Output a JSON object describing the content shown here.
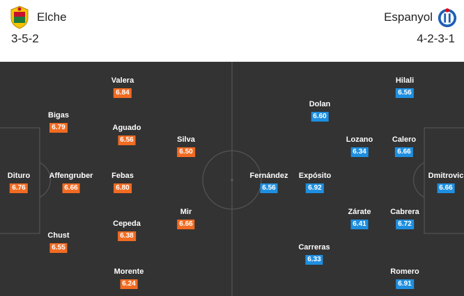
{
  "home": {
    "name": "Elche",
    "formation": "3-5-2",
    "crest_colors": [
      "#c8102e",
      "#1d7a3a",
      "#f5c400"
    ],
    "rating_color": "#f26b22",
    "players": [
      {
        "name": "Dituro",
        "rating": "6.76"
      },
      {
        "name": "Bigas",
        "rating": "6.79"
      },
      {
        "name": "Affengruber",
        "rating": "6.66"
      },
      {
        "name": "Chust",
        "rating": "6.55"
      },
      {
        "name": "Valera",
        "rating": "6.84"
      },
      {
        "name": "Aguado",
        "rating": "6.56"
      },
      {
        "name": "Febas",
        "rating": "6.80"
      },
      {
        "name": "Cepeda",
        "rating": "6.38"
      },
      {
        "name": "Morente",
        "rating": "6.24"
      },
      {
        "name": "Silva",
        "rating": "6.50"
      },
      {
        "name": "Mir",
        "rating": "6.66"
      }
    ]
  },
  "away": {
    "name": "Espanyol",
    "formation": "4-2-3-1",
    "crest_colors": [
      "#1e5fb4",
      "#e30613",
      "#ffffff"
    ],
    "rating_color": "#1e8fe0",
    "players": [
      {
        "name": "Dmitrovic",
        "rating": "6.66"
      },
      {
        "name": "Hilali",
        "rating": "6.56"
      },
      {
        "name": "Calero",
        "rating": "6.66"
      },
      {
        "name": "Cabrera",
        "rating": "6.72"
      },
      {
        "name": "Romero",
        "rating": "6.91"
      },
      {
        "name": "Lozano",
        "rating": "6.34"
      },
      {
        "name": "Zárate",
        "rating": "6.41"
      },
      {
        "name": "Dolan",
        "rating": "6.60"
      },
      {
        "name": "Expósito",
        "rating": "6.92"
      },
      {
        "name": "Carreras",
        "rating": "6.33"
      },
      {
        "name": "Fernández",
        "rating": "6.56"
      }
    ]
  },
  "pitch_color": "#333333"
}
